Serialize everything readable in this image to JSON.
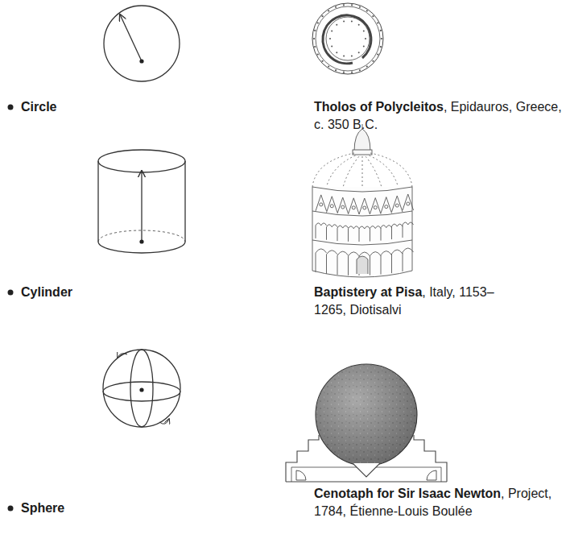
{
  "diagram": {
    "labels": [
      "Circle",
      "Tholos of Polycleitos",
      ", Epidauros, Greece, c. 350 B.C.",
      "Cylinder",
      "Baptistery at Pisa",
      ", Italy, 1153–1265, Diotisalvi",
      "Sphere",
      "Cenotaph for Sir Isaac Newton",
      ", Project, 1784, Étienne-Louis Boulée"
    ]
  }
}
